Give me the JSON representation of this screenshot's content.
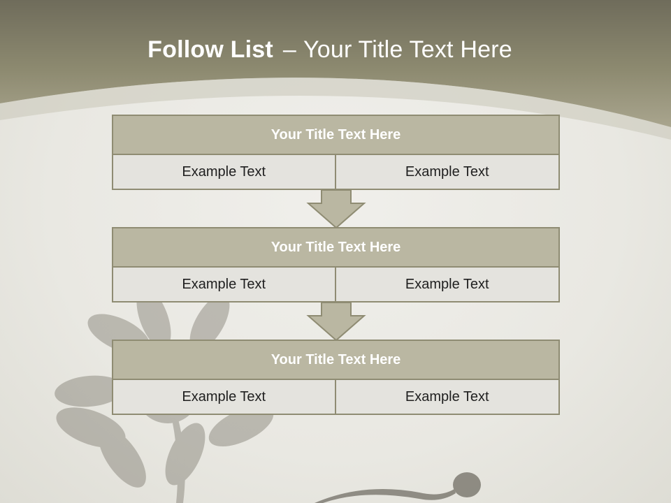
{
  "slide": {
    "title_bold": "Follow List",
    "title_separator": "–",
    "title_rest": "Your Title Text Here",
    "colors": {
      "header_band": "#8f8c73",
      "block_title_fill": "#bab7a2",
      "cell_fill": "#e4e3de",
      "border": "#8f8c73",
      "arrow_fill": "#bab7a2"
    }
  },
  "steps": [
    {
      "title": "Your Title Text Here",
      "items": [
        "Example Text",
        "Example Text"
      ]
    },
    {
      "title": "Your Title Text Here",
      "items": [
        "Example Text",
        "Example Text"
      ]
    },
    {
      "title": "Your Title Text Here",
      "items": [
        "Example Text",
        "Example Text"
      ]
    }
  ],
  "decorations": [
    "flower-silhouette",
    "bud-silhouette",
    "down-arrow-icon"
  ]
}
